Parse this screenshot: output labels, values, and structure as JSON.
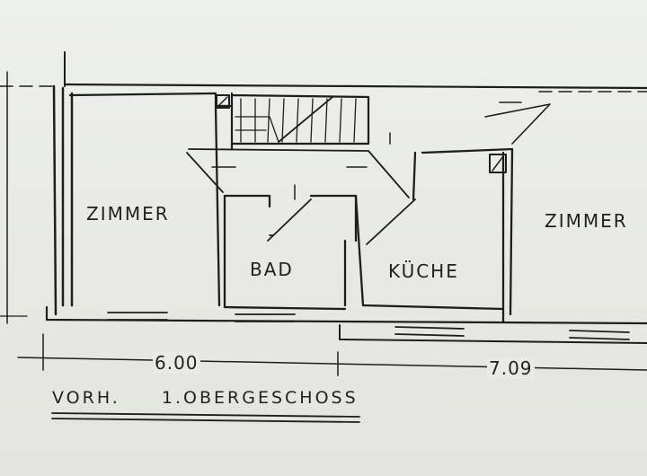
{
  "rooms": {
    "zimmer_left": "ZIMMER",
    "bad": "BAD",
    "kueche": "KÜCHE",
    "zimmer_right": "ZIMMER"
  },
  "dimensions": {
    "left": "6.00",
    "right": "7.09"
  },
  "caption": {
    "prefix": "VORH.",
    "floor": "1.OBERGESCHOSS"
  },
  "colors": {
    "ink": "#1e1e1e",
    "paper": "#e9eae6"
  }
}
